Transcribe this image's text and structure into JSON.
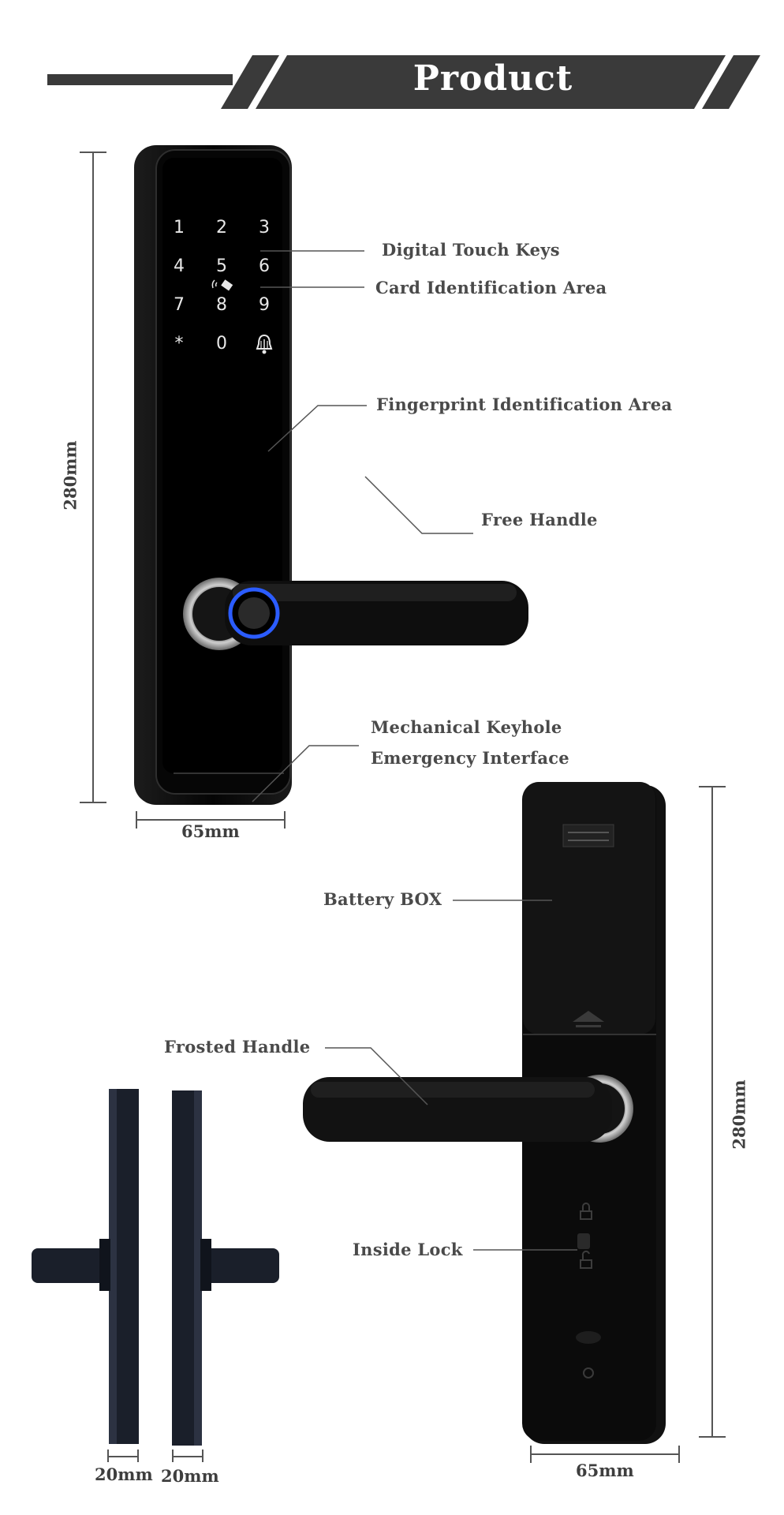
{
  "header": {
    "title": "Product Description"
  },
  "front_view": {
    "keys": [
      "1",
      "2",
      "3",
      "4",
      "5",
      "6",
      "7",
      "8",
      "9",
      "*",
      "0"
    ],
    "labels": {
      "touch_keys": "Digital Touch Keys",
      "card_area": "Card Identification Area",
      "fingerprint": "Fingerprint Identification Area",
      "free_handle": "Free Handle",
      "keyhole_line1": "Mechanical Keyhole",
      "keyhole_line2": "Emergency Interface"
    },
    "height_dim": "280mm",
    "width_dim": "65mm"
  },
  "back_view": {
    "labels": {
      "battery_box": "Battery BOX",
      "frosted_handle": "Frosted Handle",
      "inside_lock": "Inside Lock"
    },
    "height_dim": "280mm",
    "width_dim": "65mm"
  },
  "side_views": {
    "left_dim": "20mm",
    "right_dim": "20mm"
  },
  "colors": {
    "banner": "#3a3a3a",
    "body": "#0b0b0b",
    "accent_ring": "#2b5cff"
  }
}
